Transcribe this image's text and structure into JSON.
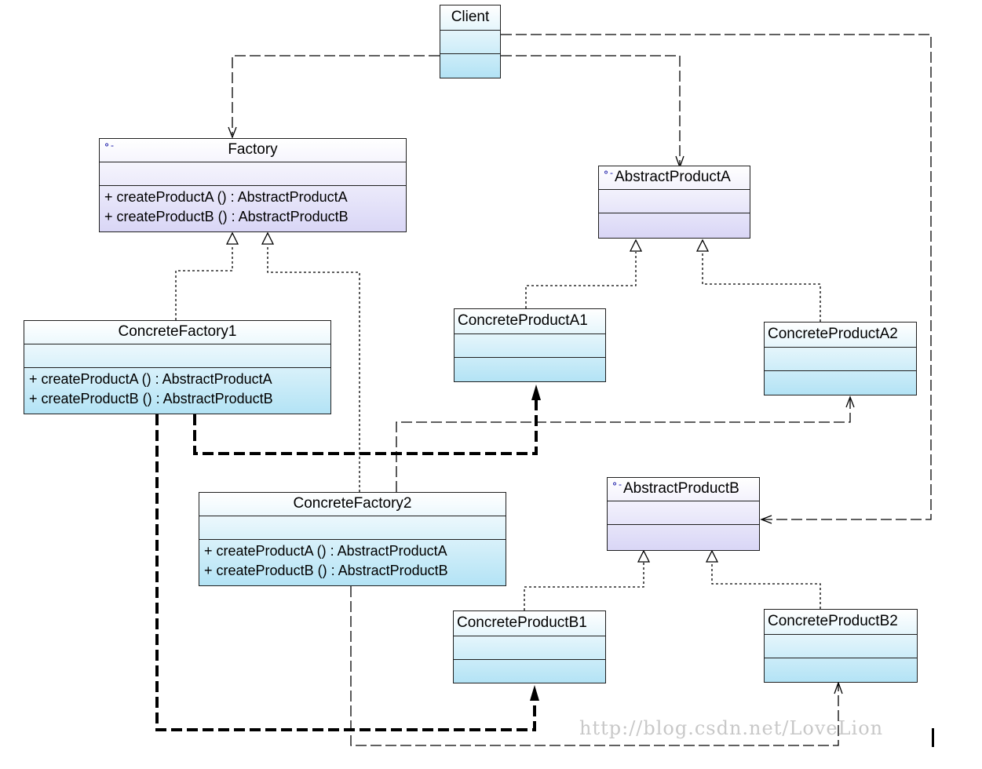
{
  "classes": {
    "client": {
      "name": "Client"
    },
    "factory": {
      "name": "Factory",
      "ops": [
        "+ createProductA () : AbstractProductA",
        "+ createProductB () : AbstractProductB"
      ]
    },
    "concrete_factory1": {
      "name": "ConcreteFactory1",
      "ops": [
        "+ createProductA () : AbstractProductA",
        "+ createProductB () : AbstractProductB"
      ]
    },
    "concrete_factory2": {
      "name": "ConcreteFactory2",
      "ops": [
        "+ createProductA () : AbstractProductA",
        "+ createProductB () : AbstractProductB"
      ]
    },
    "abstract_product_a": {
      "name": "AbstractProductA"
    },
    "abstract_product_b": {
      "name": "AbstractProductB"
    },
    "concrete_product_a1": {
      "name": "ConcreteProductA1"
    },
    "concrete_product_a2": {
      "name": "ConcreteProductA2"
    },
    "concrete_product_b1": {
      "name": "ConcreteProductB1"
    },
    "concrete_product_b2": {
      "name": "ConcreteProductB2"
    }
  },
  "watermark": "http://blog.csdn.net/LoveLion",
  "colors": {
    "interface_fill": "#d9d6f6",
    "concrete_fill": "#b3e3f5",
    "line": "#000000",
    "icon": "#1a1aa8"
  },
  "relations": [
    {
      "kind": "dependency",
      "from": "Client",
      "to": "Factory"
    },
    {
      "kind": "dependency",
      "from": "Client",
      "to": "AbstractProductA"
    },
    {
      "kind": "dependency",
      "from": "Client",
      "to": "AbstractProductB"
    },
    {
      "kind": "realization",
      "from": "ConcreteFactory1",
      "to": "Factory"
    },
    {
      "kind": "realization",
      "from": "ConcreteFactory2",
      "to": "Factory"
    },
    {
      "kind": "realization",
      "from": "ConcreteProductA1",
      "to": "AbstractProductA"
    },
    {
      "kind": "realization",
      "from": "ConcreteProductA2",
      "to": "AbstractProductA"
    },
    {
      "kind": "realization",
      "from": "ConcreteProductB1",
      "to": "AbstractProductB"
    },
    {
      "kind": "realization",
      "from": "ConcreteProductB2",
      "to": "AbstractProductB"
    },
    {
      "kind": "dependency-bold",
      "from": "ConcreteFactory1",
      "to": "ConcreteProductA1"
    },
    {
      "kind": "dependency-bold",
      "from": "ConcreteFactory1",
      "to": "ConcreteProductB1"
    },
    {
      "kind": "dependency",
      "from": "ConcreteFactory2",
      "to": "ConcreteProductA2"
    },
    {
      "kind": "dependency",
      "from": "ConcreteFactory2",
      "to": "ConcreteProductB2"
    }
  ]
}
